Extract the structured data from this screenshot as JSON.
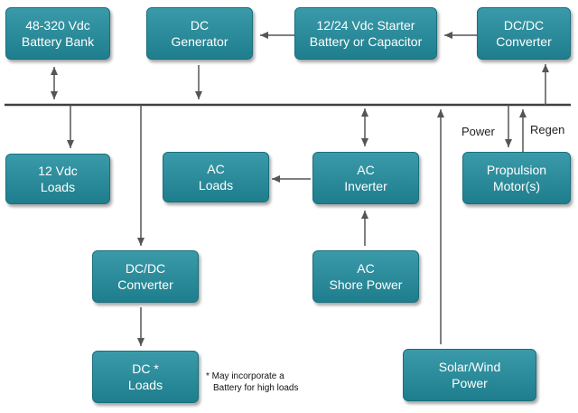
{
  "nodes": {
    "battery_bank": {
      "line1": "48-320 Vdc",
      "line2": "Battery Bank"
    },
    "dc_generator": {
      "line1": "DC",
      "line2": "Generator"
    },
    "starter_battery": {
      "line1": "12/24 Vdc Starter",
      "line2": "Battery or Capacitor"
    },
    "dcdc_converter_top": {
      "line1": "DC/DC",
      "line2": "Converter"
    },
    "loads_12vdc": {
      "line1": "12 Vdc",
      "line2": "Loads"
    },
    "ac_loads": {
      "line1": "AC",
      "line2": "Loads"
    },
    "ac_inverter": {
      "line1": "AC",
      "line2": "Inverter"
    },
    "propulsion_motor": {
      "line1": "Propulsion",
      "line2": "Motor(s)"
    },
    "dcdc_converter_bottom": {
      "line1": "DC/DC",
      "line2": "Converter"
    },
    "ac_shore_power": {
      "line1": "AC",
      "line2": "Shore Power"
    },
    "dc_loads": {
      "line1": "DC *",
      "line2": "Loads"
    },
    "solar_wind": {
      "line1": "Solar/Wind",
      "line2": "Power"
    }
  },
  "labels": {
    "power": "Power",
    "regen": "Regen"
  },
  "note": {
    "line1": "* May incorporate a",
    "line2": "Battery for high loads"
  },
  "colors": {
    "box_fill": "#2a8c9b",
    "box_border": "#1a6f7c",
    "line": "#555555",
    "bus": "#404040"
  }
}
